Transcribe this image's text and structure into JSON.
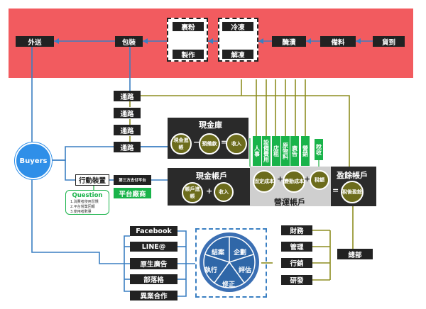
{
  "colors": {
    "band": "#f25b5f",
    "wire_blue": "#3a7fc2",
    "wire_olive": "#8e8e20",
    "wire_green": "#2ab34a",
    "node": "#6c6c1c",
    "buyers": "#2f8fe8",
    "wheel": "#2f67a8"
  },
  "supply": {
    "waisong": "外送",
    "baozhuang": "包裝",
    "guofen": "裹粉",
    "zhizuo": "製作",
    "lengdong": "冷凍",
    "jiedong": "解凍",
    "yanzi": "醃漬",
    "beiliao": "備料",
    "huodao": "貨到"
  },
  "roads": [
    "通路",
    "通路",
    "通路",
    "通路"
  ],
  "buyers": "Buyers",
  "device": "行動裝置",
  "pay3": "第三方支付平台",
  "platform": "平台廠商",
  "question": {
    "title": "Question",
    "lines": [
      "1.消費者使用習慣",
      "2.平台營業回報",
      "3.使用者數量"
    ]
  },
  "cash_reserve": {
    "title": "現金庫",
    "n1": "現金進帳",
    "n2": "預備款",
    "n3": "收入",
    "op1": "−",
    "op2": "="
  },
  "cash_account": {
    "title": "現金帳戶",
    "n1": "帳戶進帳",
    "n2": "收入",
    "op": "+"
  },
  "cost_tags": [
    "人事",
    "設備費用",
    "店租",
    "原物料",
    "廣告",
    "營銷"
  ],
  "tax_tag": "稅收",
  "ops": {
    "title": "營運帳戶",
    "n1": "固定成本",
    "n2": "變動成本",
    "n3": "稅額",
    "op1": "+",
    "op2": "+"
  },
  "surplus": {
    "title": "盈餘帳戶",
    "n1": "稅後盈餘",
    "op": "="
  },
  "channels": [
    "Facebook",
    "LINE@",
    "原生廣告",
    "部落格",
    "異業合作"
  ],
  "cycle": [
    "企劃",
    "評估",
    "修正",
    "執行",
    "結案"
  ],
  "dept": [
    "財務",
    "管理",
    "行銷",
    "研發"
  ],
  "hq": "總部"
}
